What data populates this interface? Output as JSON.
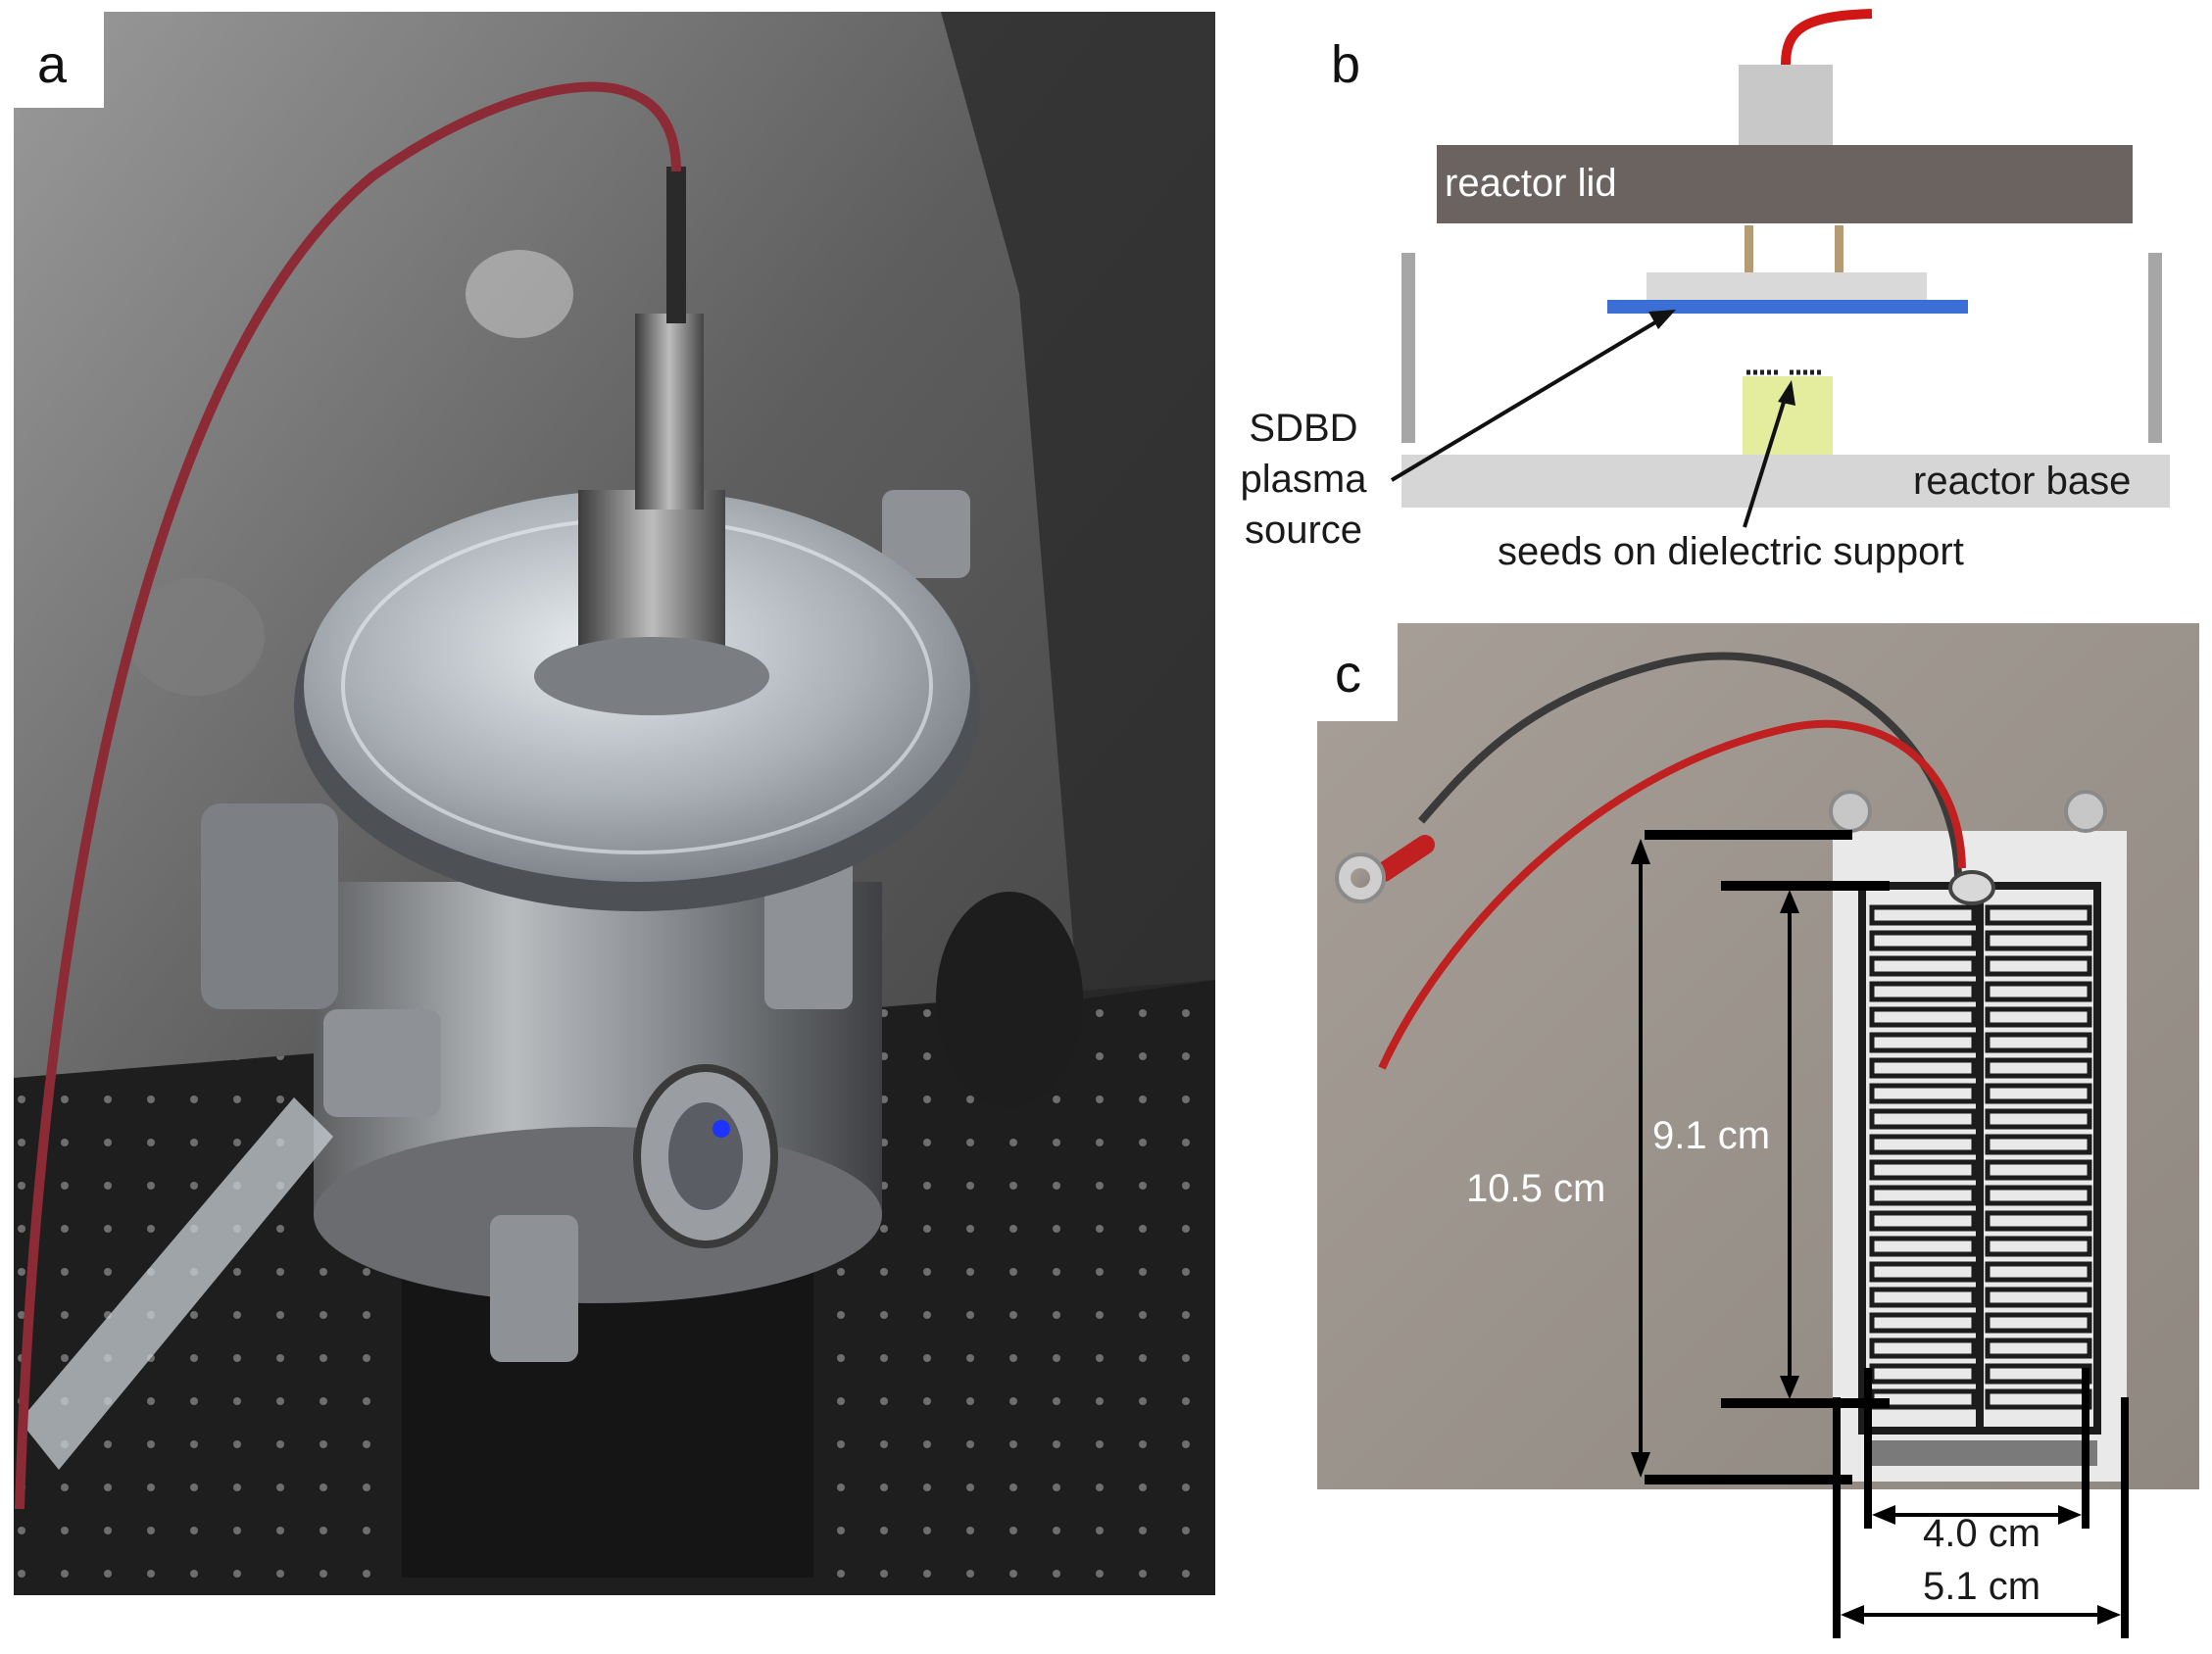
{
  "panels": {
    "a": {
      "letter": "a"
    },
    "b": {
      "letter": "b",
      "labels": {
        "lid": "reactor lid",
        "base": "reactor base",
        "source_line1": "SDBD",
        "source_line2": "plasma",
        "source_line3": "source",
        "seeds": "seeds on dielectric support"
      },
      "colors": {
        "lid": "#6b6360",
        "electrode": "#3b6fd6",
        "support": "#e4ec9e",
        "cable": "#d11616",
        "base": "#d6d6d6"
      }
    },
    "c": {
      "letter": "c",
      "dimensions": {
        "outer_height": "10.5 cm",
        "inner_height": "9.1 cm",
        "inner_width": "4.0 cm",
        "outer_width": "5.1 cm"
      }
    }
  }
}
